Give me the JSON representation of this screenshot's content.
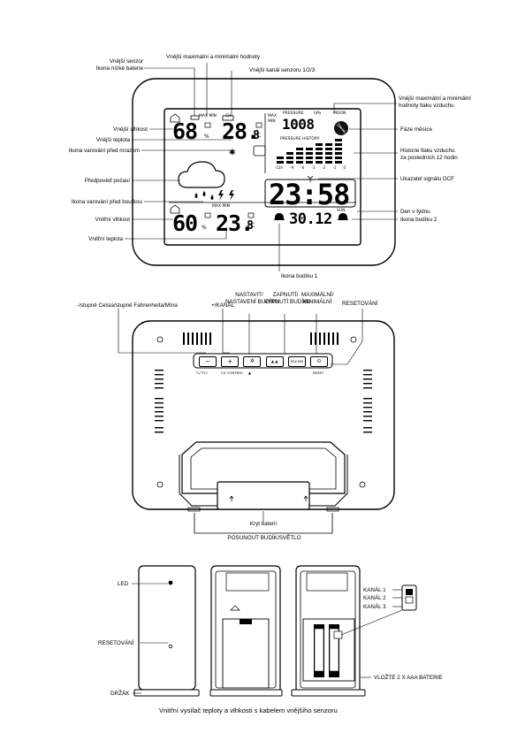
{
  "front": {
    "labels": {
      "outdoor_sensor": "Vnější senzor",
      "low_battery_icon": "Ikona nízké baterie",
      "outdoor_max_min": "Vnější maximální a minimální hodnoty",
      "outdoor_channel": "Vnější kanál senzoru 1/2/3",
      "pressure_max_min_1": "Vnější maximální a minimální",
      "pressure_max_min_2": "hodnoty tlaku vzduchu",
      "outdoor_humidity": "Vnější vlhkost",
      "outdoor_temperature": "Vnější teplota",
      "frost_warning": "Ikona varování před mrazem",
      "moon_phase": "Fáze měsíce",
      "pressure_history_1": "Historie tlaku vzduchu",
      "pressure_history_2": "za posledních 12 hodin",
      "forecast": "Předpověď počasí",
      "dcf_signal": "Ukazatel signálu DCF",
      "storm_warning": "Ikona varování před bouřkou",
      "indoor_humidity": "Vnitřní vlhkost",
      "weekday": "Den v týdnu",
      "alarm2_icon": "Ikona budíku 2",
      "indoor_temperature": "Vnitřní teplota",
      "alarm1_icon": "Ikona budíku 1"
    },
    "lcd": {
      "outdoor_humidity": "68",
      "outdoor_temperature": "28.",
      "outdoor_temperature_decimal": "8",
      "unit_percent": "%",
      "unit_celsius": "°C",
      "max_min_tag": "MAX MIN",
      "ch_tag": "CH",
      "max_tag": "MAX",
      "min_tag": "MIN",
      "pressure_label": "PRESSURE",
      "pressure_value": "1008",
      "pressure_unit": "hPa",
      "moon_label": "MOON",
      "pressure_history_label": "PRESSURE HISTORY",
      "history_ticks": [
        "-12h",
        "-9",
        "-6",
        "-3",
        "-2",
        "-1",
        "0"
      ],
      "time": "23:58",
      "weekday_tag": "SUN",
      "date": "30.12",
      "indoor_humidity": "60",
      "indoor_temperature": "23.",
      "indoor_temperature_decimal": "8",
      "indoor_tag": "MAX MIN"
    }
  },
  "back": {
    "labels": {
      "celsius_fahrenheit_minus": "-/stupně Celsia/stupně Fahrenheita/Mína",
      "plus_channel": "+/KANÁL",
      "set_alarm_1": "NASTAVIT/",
      "set_alarm_2": "NASTAVENÍ BUDÍKU",
      "alarm_onoff_1": "ZAPNUTÍ/",
      "alarm_onoff_2": "VYPNUTÍ BUDÍKU",
      "maxmin_1": "MAXIMÁLNÍ/",
      "maxmin_2": "MINIMÁLNÍ",
      "reset": "RESETOVÁNÍ",
      "battery_cover": "Kryt baterií",
      "slide_switch": "POSUNOUT BUDÍK/SVĚTLO"
    },
    "buttons": [
      "−",
      "+",
      "✲",
      "▲ ▲",
      "MAX MIN",
      "⊙"
    ],
    "button_captions": [
      "°C/°F/▽",
      "CH CONTROL",
      "▲",
      "RESET"
    ]
  },
  "sensor": {
    "labels": {
      "led": "LED",
      "reset": "RESETOVÁNÍ",
      "holder": "DRŽÁK",
      "channel_1": "KANÁL 1",
      "channel_2": "KANÁL 2",
      "channel_3": "KANÁL 3",
      "batteries": "VLOŽTE 2 X AAA BATERIE"
    },
    "caption": "Vnitřní vysílač teploty a vlhkosti s kabelem vnějšího senzoru"
  }
}
